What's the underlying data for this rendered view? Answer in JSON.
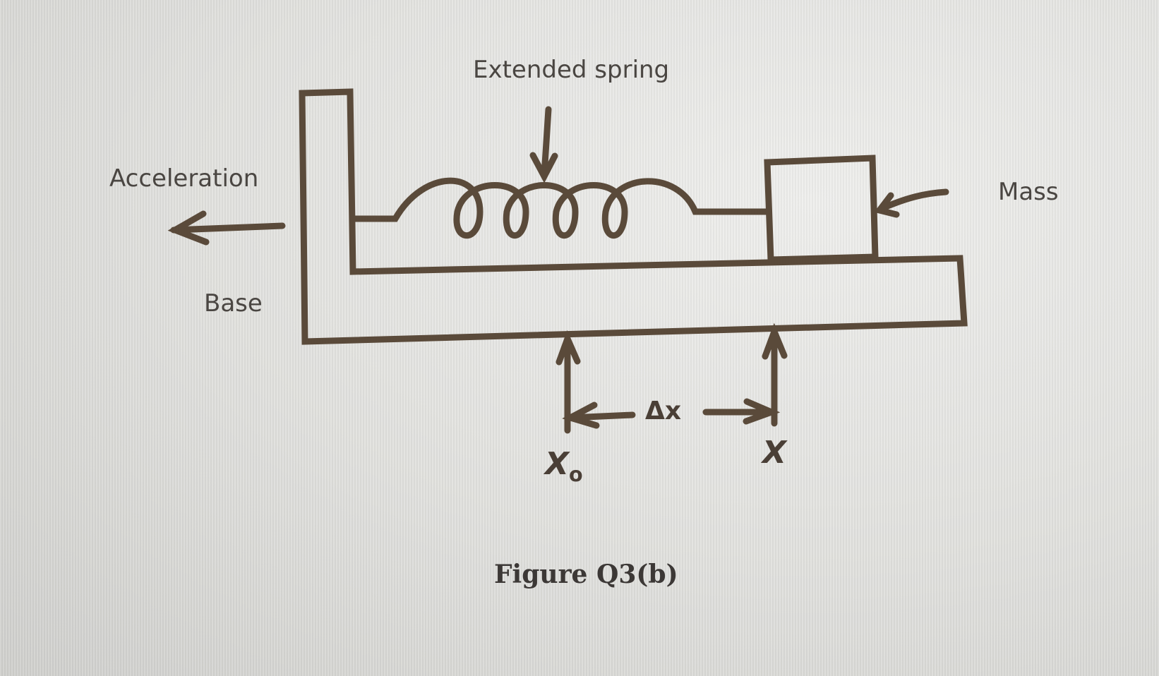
{
  "figure": {
    "caption": "Figure Q3(b)"
  },
  "labels": {
    "extended_spring": "Extended spring",
    "acceleration": "Acceleration",
    "base": "Base",
    "mass": "Mass",
    "delta_x": "Δx",
    "x0_main": "X",
    "x0_sub": "o",
    "x": "X"
  },
  "colors": {
    "ink": "#5a4a3a",
    "text": "#4a4642",
    "paper": "#e4e4e1"
  }
}
